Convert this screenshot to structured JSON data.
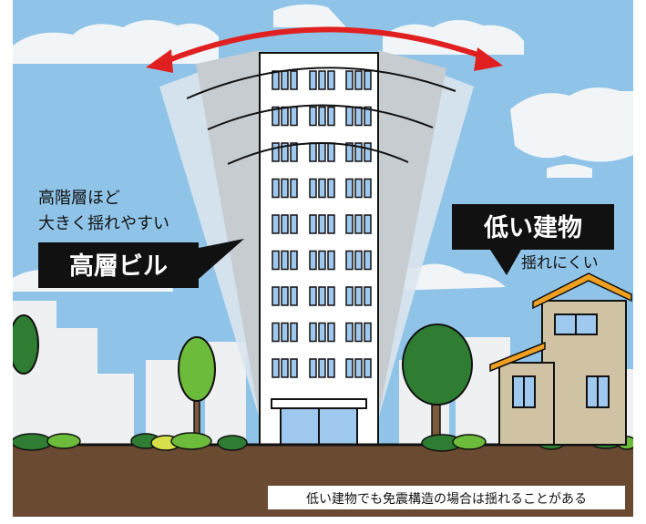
{
  "tall_building": {
    "caption_line1": "高階層ほど",
    "caption_line2": "大きく揺れやすい",
    "label": "高層ビル"
  },
  "low_building": {
    "label": "低い建物",
    "caption": "揺れにくい"
  },
  "footnote": "低い建物でも免震構造の場合は揺れることがある",
  "colors": {
    "sky": "#8fc4e8",
    "cloud": "#f2f5f7",
    "sway_arrow": "#e02020",
    "ground": "#6b4a32",
    "window": "#9fc8ee",
    "house_wall": "#cfc3a3",
    "house_roof": "#f0a020",
    "tree_green": "#6dbb3a",
    "dark_tree": "#2e7d32",
    "label_bg": "#111111"
  }
}
